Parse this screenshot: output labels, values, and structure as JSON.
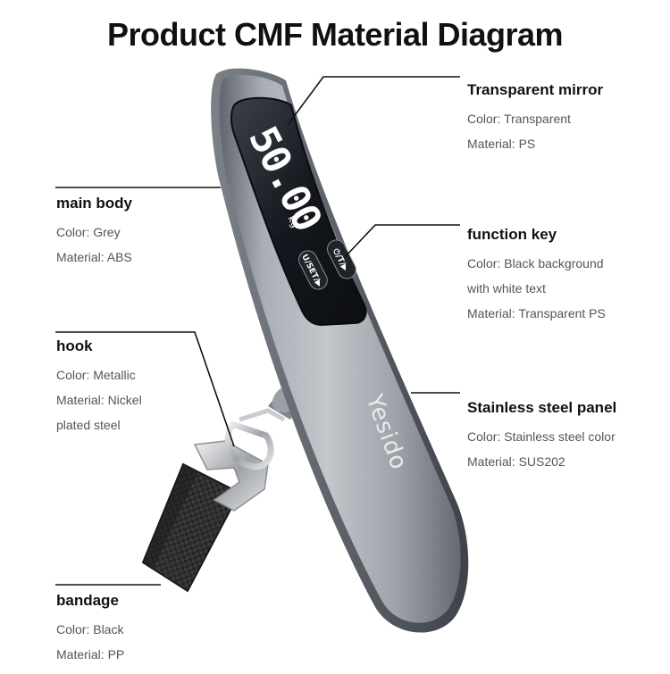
{
  "title": "Product CMF Material Diagram",
  "product": {
    "brand": "Yesido",
    "display_reading": "50.00",
    "display_unit": "kg",
    "key_left": "U/SET/▶",
    "key_right": "⏻/T/▶"
  },
  "callouts": {
    "mirror": {
      "name": "Transparent mirror",
      "lines": [
        "Color: Transparent",
        "Material: PS"
      ]
    },
    "body": {
      "name": "main body",
      "lines": [
        "Color: Grey",
        "Material: ABS"
      ]
    },
    "key": {
      "name": "function key",
      "lines": [
        "Color: Black background",
        "with white text",
        "Material: Transparent PS"
      ]
    },
    "hook": {
      "name": "hook",
      "lines": [
        "Color: Metallic",
        "Material: Nickel",
        "plated steel"
      ]
    },
    "panel": {
      "name": "Stainless steel panel",
      "lines": [
        "Color: Stainless steel color",
        "Material: SUS202"
      ]
    },
    "bandage": {
      "name": "bandage",
      "lines": [
        "Color: Black",
        "Material: PP"
      ]
    }
  },
  "colors": {
    "steel_light": "#b9bdc3",
    "steel_dark": "#6b7079",
    "screen": "#1a1d24",
    "strap": "#2a2a2a",
    "leader": "#111111",
    "spec_text": "#555555"
  }
}
